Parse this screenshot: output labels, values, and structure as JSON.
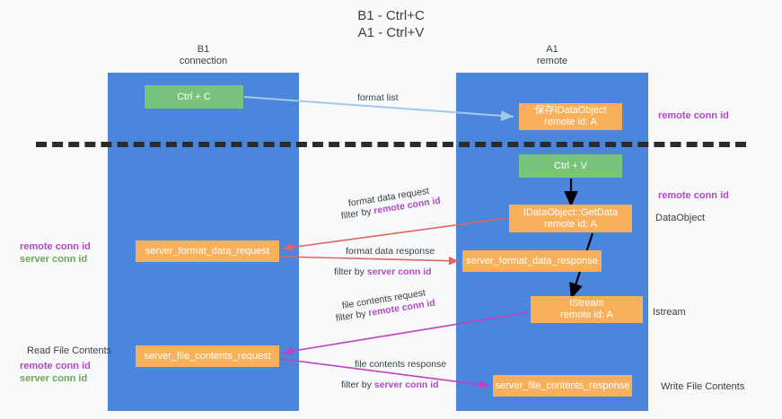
{
  "title": "B1 - Ctrl+C\nA1 - Ctrl+V",
  "columns": {
    "left": {
      "header": "B1\nconnection"
    },
    "right": {
      "header": "A1\nremote"
    }
  },
  "nodes": {
    "ctrl_c": {
      "label": "Ctrl + C",
      "color": "#78c47d"
    },
    "save_dataobject": {
      "label": "保存IDataObject\nremote id: A",
      "color": "#f9b05a"
    },
    "ctrl_v": {
      "label": "Ctrl + V",
      "color": "#78c47d"
    },
    "getdata": {
      "label": "IDataObject::GetData\nremote id: A",
      "color": "#f9b05a"
    },
    "server_format_data_request": {
      "label": "server_format_data_request",
      "color": "#f9b05a"
    },
    "server_format_data_response": {
      "label": "server_format_data_response",
      "color": "#f9b05a"
    },
    "istream": {
      "label": "IStream\nremote id: A",
      "color": "#f9b05a"
    },
    "server_file_contents_request": {
      "label": "server_file_contents_request",
      "color": "#f9b05a"
    },
    "server_file_contents_response": {
      "label": "server_file_contents_response",
      "color": "#f9b05a"
    }
  },
  "edge_labels": {
    "format_list": "format list",
    "format_data_request": "format data request",
    "format_data_request_filter_prefix": "filter by ",
    "format_data_request_filter_key": "remote conn id",
    "format_data_response": "format data response",
    "format_data_response_filter_prefix": "filter by ",
    "format_data_response_filter_key": "server conn id",
    "file_contents_request": "file contents request",
    "file_contents_request_filter_prefix": "filter by ",
    "file_contents_request_filter_key": "remote conn id",
    "file_contents_response": "file contents response",
    "file_contents_response_filter_prefix": "filter by ",
    "file_contents_response_filter_key": "server conn id"
  },
  "annotations": {
    "right": {
      "remote_conn_id_top": "remote conn id",
      "remote_conn_id_mid": "remote conn id",
      "dataobject": "DataObject",
      "istream": "Istream",
      "write_file_contents": "Write File Contents"
    },
    "left": {
      "remote_conn_id_mid": "remote conn id",
      "server_conn_id_mid": "server conn id",
      "read_file_contents": "Read File Contents",
      "remote_conn_id_bottom": "remote conn id",
      "server_conn_id_bottom": "server conn id"
    }
  },
  "colors": {
    "lane": "#4a86db",
    "green_node": "#78c47d",
    "orange_node": "#f9b05a",
    "purple_text": "#b04ac0",
    "green_text": "#6aa84f",
    "red_arrow": "#e06666",
    "magenta_arrow": "#c23fc2",
    "blue_arrow": "#a4c8ea",
    "black_arrow": "#000000",
    "background": "#f8f9fa"
  }
}
